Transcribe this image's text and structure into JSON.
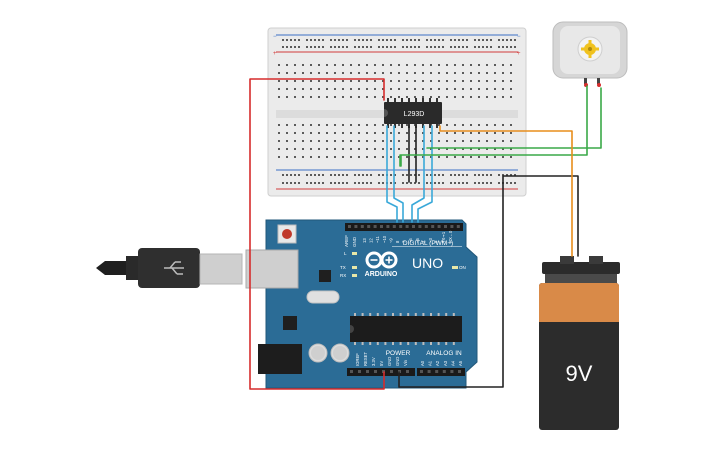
{
  "chip": {
    "label": "L293D"
  },
  "arduino": {
    "brand": "ARDUINO",
    "model": "UNO",
    "digital_label": "DIGITAL (PWM~)",
    "power_label": "POWER",
    "analog_label": "ANALOG IN",
    "aref": "AREF",
    "gnd": "GND",
    "on_led": "ON",
    "l_led": "L",
    "tx_led": "TX",
    "rx_led": "RX",
    "digital_pins": [
      "13",
      "12",
      "~11",
      "~10",
      "~9",
      "8",
      "7",
      "~6",
      "~5",
      "4",
      "~3",
      "2",
      "TX➞1",
      "RX←0"
    ],
    "power_pins": [
      "IOREF",
      "RESET",
      "3.3V",
      "5V",
      "GND",
      "GND",
      "Vin"
    ],
    "analog_pins": [
      "A0",
      "A1",
      "A2",
      "A3",
      "A4",
      "A5"
    ]
  },
  "battery": {
    "label": "9V"
  },
  "colors": {
    "wire_red": "#d62c2c",
    "wire_blue": "#3aa9d9",
    "wire_green": "#3aa948",
    "wire_orange": "#e88d1c",
    "wire_black": "#222222",
    "arduino_blue": "#2b6c96",
    "battery_orange": "#d98a48",
    "battery_dark": "#2c2c2c"
  },
  "icons": [
    "usb-cable-icon",
    "arduino-logo-icon",
    "motor-gear-icon"
  ]
}
